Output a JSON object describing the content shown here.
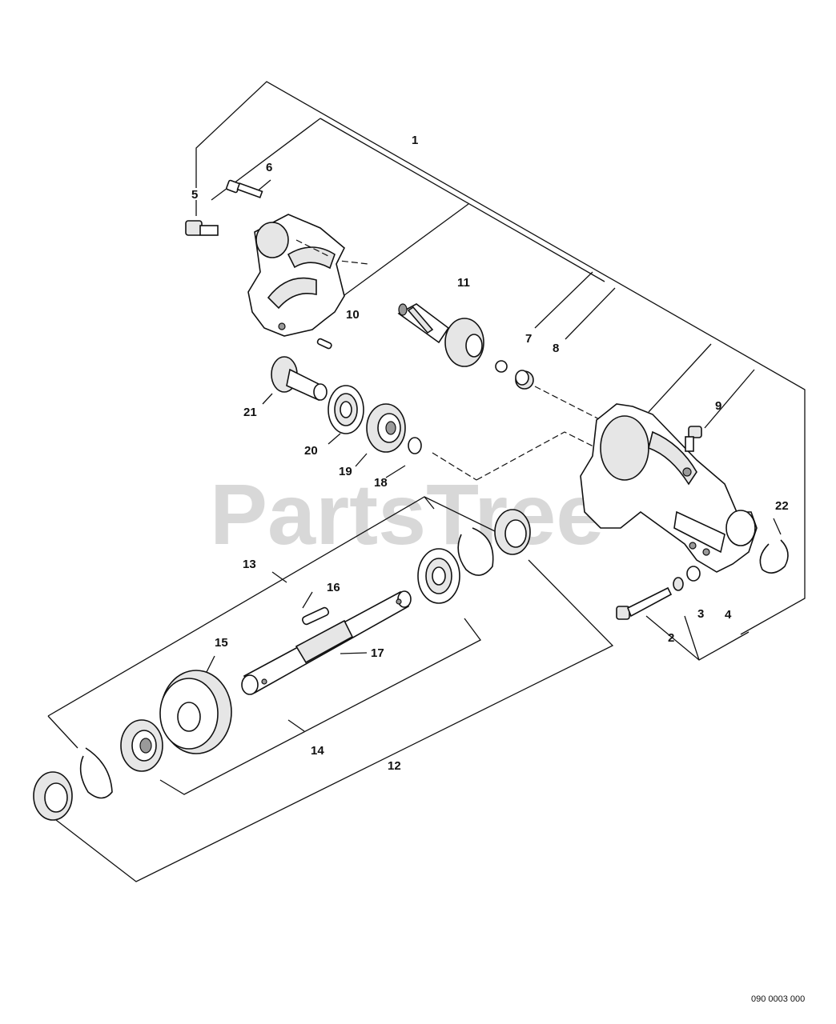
{
  "watermark": "PartsTree",
  "drawing_code": "090 0003 000",
  "callouts": {
    "c1": "1",
    "c2": "2",
    "c3": "3",
    "c4": "4",
    "c5": "5",
    "c6": "6",
    "c7": "7",
    "c8": "8",
    "c9": "9",
    "c10": "10",
    "c11": "11",
    "c12": "12",
    "c13": "13",
    "c14": "14",
    "c15": "15",
    "c16": "16",
    "c17": "17",
    "c18": "18",
    "c19": "19",
    "c20": "20",
    "c21": "21",
    "c22": "22"
  }
}
